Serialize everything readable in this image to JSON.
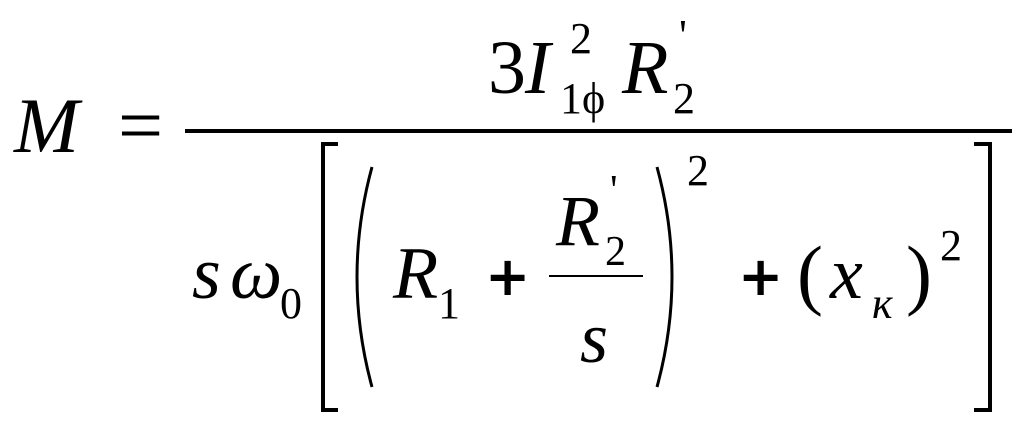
{
  "formula": {
    "lhs": "M",
    "equals": "=",
    "numerator": {
      "coefficient": "3",
      "current": "I",
      "current_exponent": "2",
      "current_subscript": "1ϕ",
      "resistance": "R",
      "resistance_prime": "'",
      "resistance_subscript": "2"
    },
    "denominator": {
      "slip": "s",
      "omega": "ω",
      "omega_subscript": "0",
      "inner_resistance": "R",
      "inner_resistance_subscript": "1",
      "plus_1": "+",
      "fraction_numerator": "R",
      "fraction_numerator_prime": "'",
      "fraction_numerator_subscript": "2",
      "fraction_denominator": "s",
      "group_exponent": "2",
      "plus_2": "+",
      "open_paren": "(",
      "reactance": "x",
      "reactance_subscript": "к",
      "close_paren": ")",
      "reactance_exponent": "2"
    }
  }
}
